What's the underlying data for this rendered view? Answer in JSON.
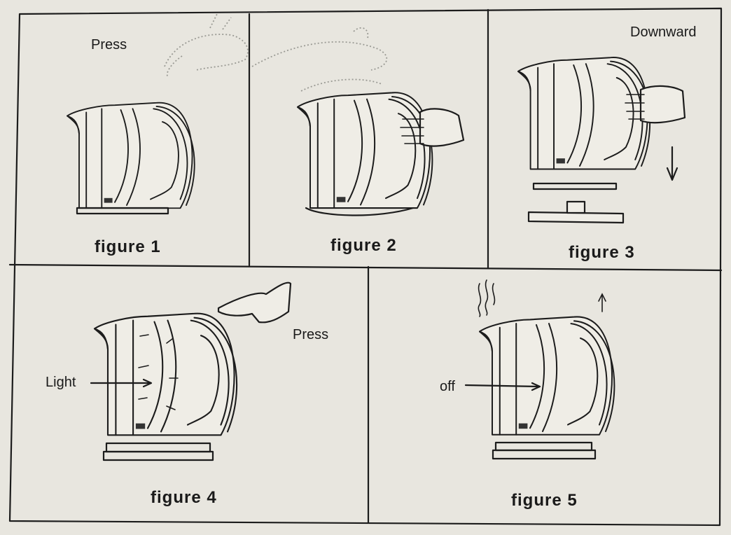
{
  "panels": [
    {
      "id": "fig1",
      "caption": "figure 1",
      "label": "Press"
    },
    {
      "id": "fig2",
      "caption": "figure 2"
    },
    {
      "id": "fig3",
      "caption": "figure 3",
      "label": "Downward"
    },
    {
      "id": "fig4",
      "caption": "figure 4",
      "label": "Press",
      "callout": "Light"
    },
    {
      "id": "fig5",
      "caption": "figure 5",
      "callout": "off"
    }
  ]
}
